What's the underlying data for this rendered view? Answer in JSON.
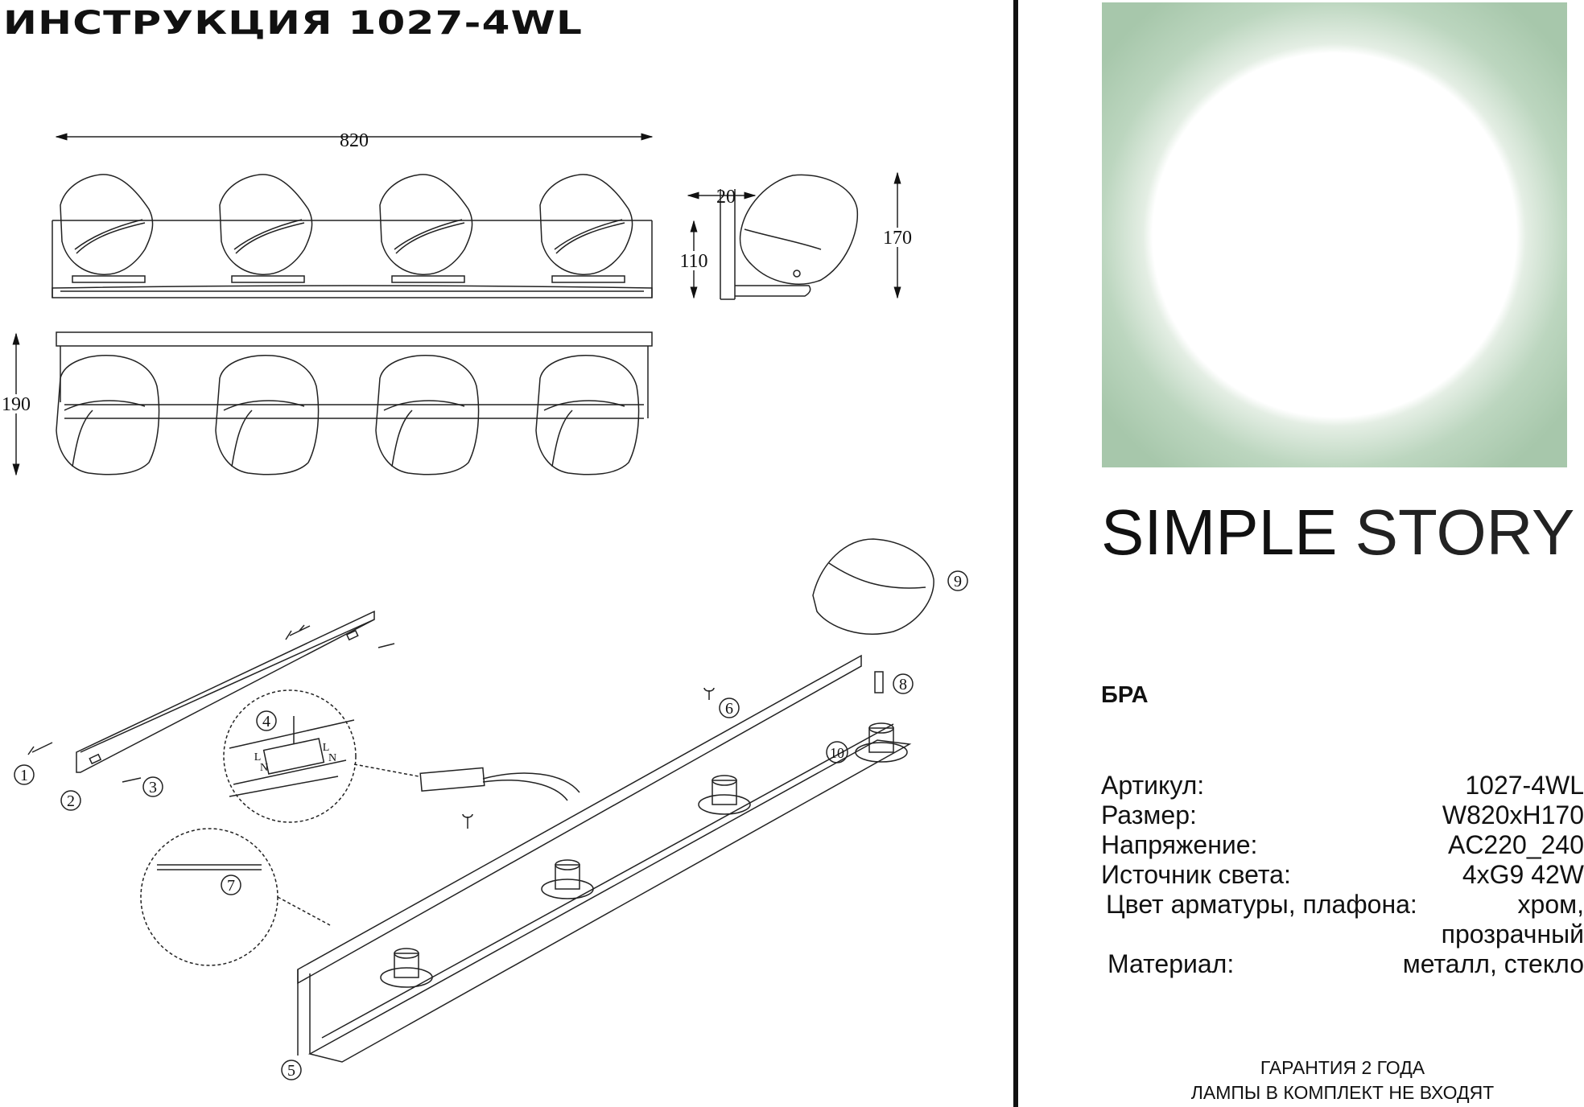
{
  "title": "ИНСТРУКЦИЯ 1027-4WL",
  "dimensions": {
    "width": "820",
    "depth": "20",
    "height_total": "170",
    "height_mount": "110",
    "height_front": "190"
  },
  "callouts": [
    "1",
    "2",
    "3",
    "4",
    "5",
    "6",
    "7",
    "8",
    "9",
    "10"
  ],
  "terminal_labels": {
    "live": "L",
    "neutral": "N"
  },
  "brand": {
    "word1": "SIMPLE",
    "word2": "STORY"
  },
  "product_type": "БРА",
  "specs": [
    {
      "label": "Артикул:",
      "value": [
        "1027-4WL"
      ]
    },
    {
      "label": "Размер:",
      "value": [
        "W820xH170"
      ]
    },
    {
      "label": "Напряжение:",
      "value": [
        "AC220_240"
      ]
    },
    {
      "label": "Источник света:",
      "value": [
        "4xG9 42W"
      ]
    },
    {
      "label": "Цвет арматуры, плафона:",
      "value": [
        "хром,",
        "прозрачный"
      ]
    },
    {
      "label": "Материал:",
      "value": [
        "металл, стекло"
      ]
    }
  ],
  "footer": {
    "line1": "ГАРАНТИЯ 2 ГОДА",
    "line2": "ЛАМПЫ В КОМПЛЕКТ НЕ ВХОДЯТ"
  },
  "colors": {
    "hero_green": "#a7c7ab",
    "ink": "#111111"
  }
}
